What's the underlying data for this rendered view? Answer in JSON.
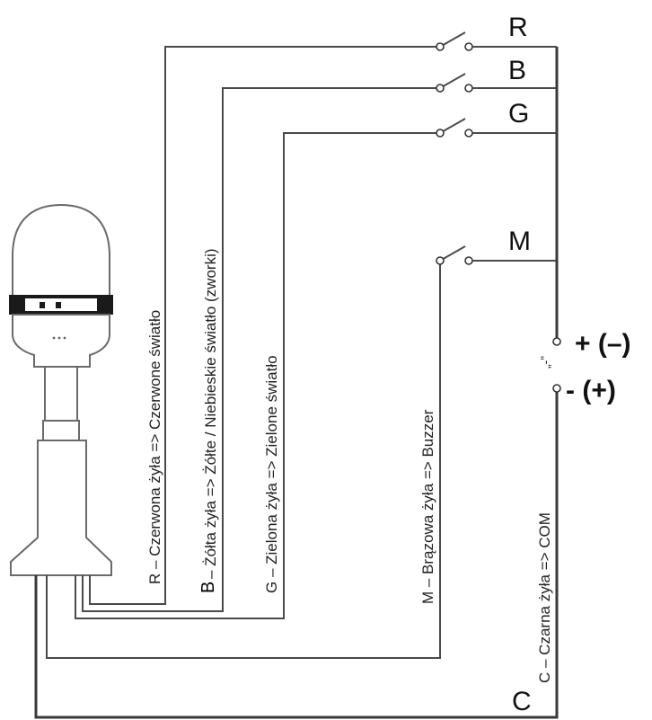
{
  "switch_labels": {
    "r": "R",
    "b": "B",
    "g": "G",
    "m": "M"
  },
  "power": {
    "plus": "+ (–)",
    "minus": "- (+)"
  },
  "common_label": "C",
  "wire_labels": {
    "r": "R – Czerwona żyła => Czerwone światło",
    "b_prefix": "B",
    "b": " – Żółta żyła =>  Żółte / Niebieskie światło (zworki)",
    "g": "G – Zielona żyła => Zielone światło",
    "m": "M – Brązowa żyła => Buzzer",
    "c": "C – Czarna żyła => COM",
    "c_quote": "„-”"
  },
  "colors": {
    "wire": "#3a3a3a",
    "band": "#1a1a1a",
    "text": "#111111"
  }
}
